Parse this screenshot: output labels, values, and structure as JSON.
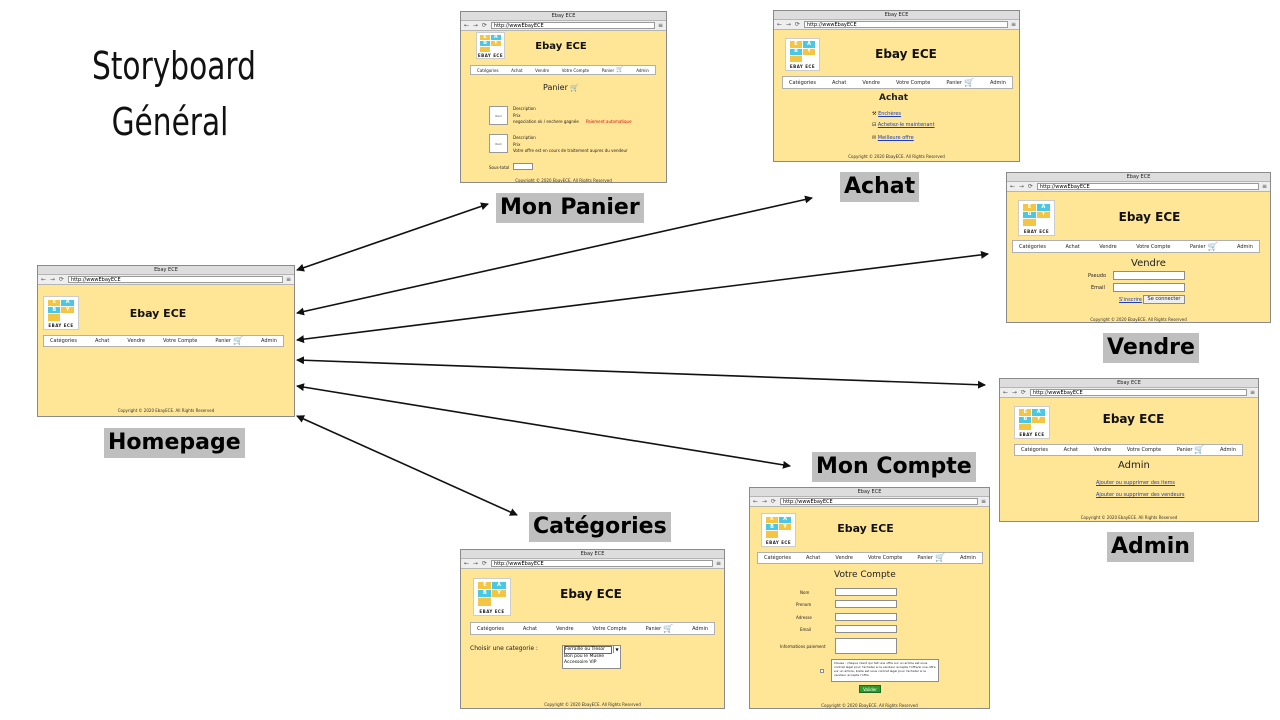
{
  "title_line1": "Storyboard",
  "title_line2": "Général",
  "colors": {
    "page_bg": "#ffe596",
    "label_bg": "#bfbfbf",
    "link": "#1a3fbf",
    "valider": "#2e9a2e",
    "red_text": "#d01010"
  },
  "browser": {
    "window_title": "Ebay ECE",
    "url": "http://wwwEbayECE",
    "nav_icons": "← → ⟳",
    "menu_icon": "≡",
    "logo_caption": "EBAY ECE",
    "logo_letters": [
      "E",
      "A",
      "B",
      "Y"
    ],
    "site_name": "Ebay ECE",
    "nav": {
      "categories": "Catégories",
      "achat": "Achat",
      "vendre": "Vendre",
      "compte": "Votre Compte",
      "panier": "Panier",
      "admin": "Admin"
    },
    "footer": "Copyright © 2020 EbayECE. All Rights Reserved",
    "cart_icon": "🛒"
  },
  "labels": {
    "homepage": "Homepage",
    "panier": "Mon Panier",
    "achat": "Achat",
    "vendre": "Vendre",
    "admin": "Admin",
    "compte": "Mon Compte",
    "categories": "Catégories"
  },
  "panier_page": {
    "heading": "Panier",
    "item_thumb": "Item",
    "item1": {
      "description": "Description",
      "prix": "Prix",
      "mode": "negociation ok / enchere gagnée",
      "status": "Paiement automatique"
    },
    "item2": {
      "description": "Description",
      "prix": "Prix",
      "mode": "Votre offre est en cours de traitement aupres du vendeur"
    },
    "subtotal_label": "Sous-total"
  },
  "achat_page": {
    "heading": "Achat",
    "options": [
      "Enchères",
      "Achetez-le maintenant",
      "Meilleure offre"
    ],
    "option_icons": [
      "gavel-icon",
      "basket-icon",
      "chat-icon"
    ]
  },
  "vendre_page": {
    "heading": "Vendre",
    "pseudo_label": "Pseudo",
    "email_label": "Email",
    "signup_link": "S'inscrire",
    "login_button": "Se connecter"
  },
  "admin_page": {
    "heading": "Admin",
    "links": [
      "Ajouter ou supprimer des items",
      "Ajouter ou supprimer des vendeurs"
    ]
  },
  "compte_page": {
    "heading": "Votre Compte",
    "fields": [
      "Nom",
      "Prenom",
      "Adresse",
      "Email",
      "Informations paiement"
    ],
    "clause": "Clause : chaque client qui fait une offre sur un article est sous contrat légal pour l'acheter si le vendeur accepte l'offre/si une offre sur un article, il/elle est sous contrat légal pour l'acheter si le vendeur accepte l'offre",
    "submit": "Valider"
  },
  "categories_page": {
    "prompt": "Choisir une categorie :",
    "options": [
      "Ferraille ou Tresor",
      "Bon pou le Musée",
      "Accessoire VIP"
    ]
  }
}
